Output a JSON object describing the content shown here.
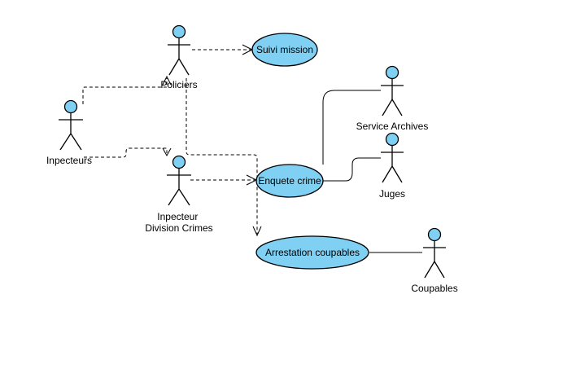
{
  "actors": {
    "policiers": "Policiers",
    "inpecteurs": "Inpecteurs",
    "inpecteur_division": [
      "Inpecteur",
      "Division Crimes"
    ],
    "service_archives": "Service Archives",
    "juges": "Juges",
    "coupables": "Coupables"
  },
  "use_cases": {
    "suivi_mission": "Suivi mission",
    "enquete_crime": "Enquete crime",
    "arrestation_coupables": "Arrestation coupables"
  },
  "colors": {
    "fill": "#7fd0f2",
    "stroke": "#000000"
  }
}
